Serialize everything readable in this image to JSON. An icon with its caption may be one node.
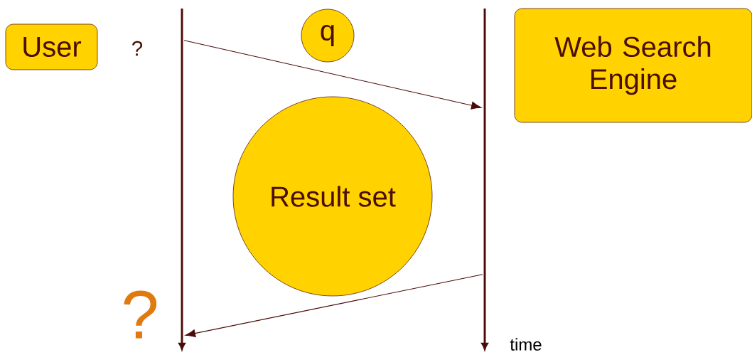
{
  "diagram": {
    "nodes": [
      {
        "text": [
          "User"
        ]
      },
      {
        "text": [
          "q"
        ]
      },
      {
        "text": [
          "Web Search Engine"
        ]
      },
      {
        "text": [
          "Result set"
        ]
      },
      {
        "text": [],
        "shape": "line"
      },
      {
        "text": [],
        "shape": "line"
      }
    ],
    "edges": [
      {
        "from": 4,
        "to": 5,
        "arrow": "to"
      },
      {
        "from": 5,
        "to": 4,
        "arrow": "to"
      }
    ],
    "labels": [
      "?",
      "?",
      "time"
    ]
  }
}
